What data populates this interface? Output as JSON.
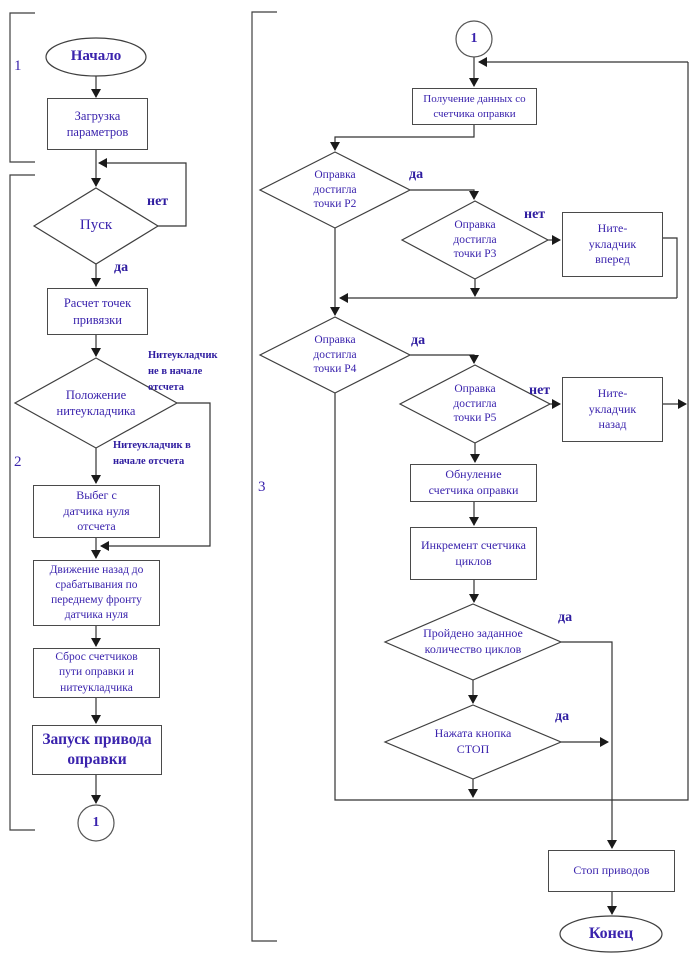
{
  "colors": {
    "text": "#3a23ad",
    "label": "#2f1da0",
    "line": "#333333"
  },
  "sections": {
    "s1": "1",
    "s2": "2",
    "s3": "3"
  },
  "connectors": {
    "c1_bottom": "1",
    "c1_top": "1"
  },
  "nodes": {
    "start": "Начало",
    "load_params": "Загрузка\nпараметров",
    "pusk": "Пуск",
    "calc_points": "Расчет точек\nпривязки",
    "position": "Положение\nнитеукладчика",
    "vybeg": "Выбег с\nдатчика нуля\nотсчета",
    "move_back": "Движение назад до\nсрабатывания по\nпереднему фронту\nдатчика  нуля",
    "reset_counters": "Сброс  счетчиков\nпути оправки и\nнитеукладчика",
    "start_drive": "Запуск привода\nоправки",
    "get_data": "Получение данных со\nсчетчика оправки",
    "p2": "Оправка\nдостигла\nточки Р2",
    "p3": "Оправка\nдостигла\nточки Р3",
    "thread_fwd": "Ните-\nукладчик\nвперед",
    "p4": "Оправка\nдостигла\nточки Р4",
    "p5": "Оправка\nдостигла\nточки  Р5",
    "thread_back": "Ните-\nукладчик\nназад",
    "zero_counter": "Обнуление\nсчетчика оправки",
    "incr_counter": "Инкремент счетчика\nциклов",
    "cycles_done": "Пройдено заданное\nколичество циклов",
    "stop_pressed": "Нажата кнопка\nСТОП",
    "stop_drives": "Стоп  приводов",
    "end": "Конец"
  },
  "edge_labels": {
    "pusk_no": "нет",
    "pusk_yes": "да",
    "pos_not_origin": "Нитеукладчик\nне  в  начале\nотсчета",
    "pos_origin": "Нитеукладчик в\nначале отсчета",
    "p2_yes": "да",
    "p3_no": "нет",
    "p4_yes": "да",
    "p5_no": "нет",
    "cycles_yes": "да",
    "stop_yes": "да"
  }
}
